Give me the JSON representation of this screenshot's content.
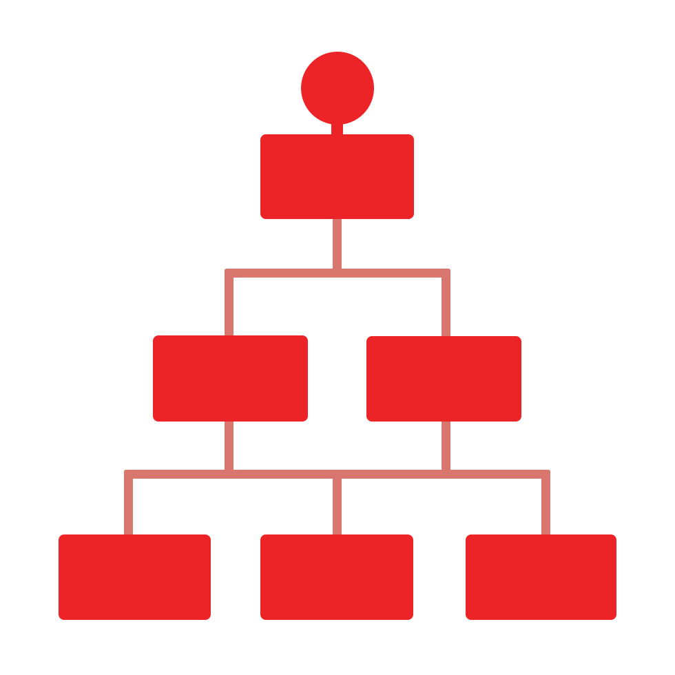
{
  "diagram": {
    "kind": "org-chart-icon",
    "node_color": "#ED2427",
    "connector_color": "#D9776F",
    "background": "#FFFFFF",
    "levels": [
      {
        "level": 0,
        "nodes": [
          "head-circle"
        ]
      },
      {
        "level": 1,
        "nodes": [
          "box-top"
        ]
      },
      {
        "level": 2,
        "nodes": [
          "box-mid-left",
          "box-mid-right"
        ]
      },
      {
        "level": 3,
        "nodes": [
          "box-bottom-left",
          "box-bottom-center",
          "box-bottom-right"
        ]
      }
    ]
  }
}
